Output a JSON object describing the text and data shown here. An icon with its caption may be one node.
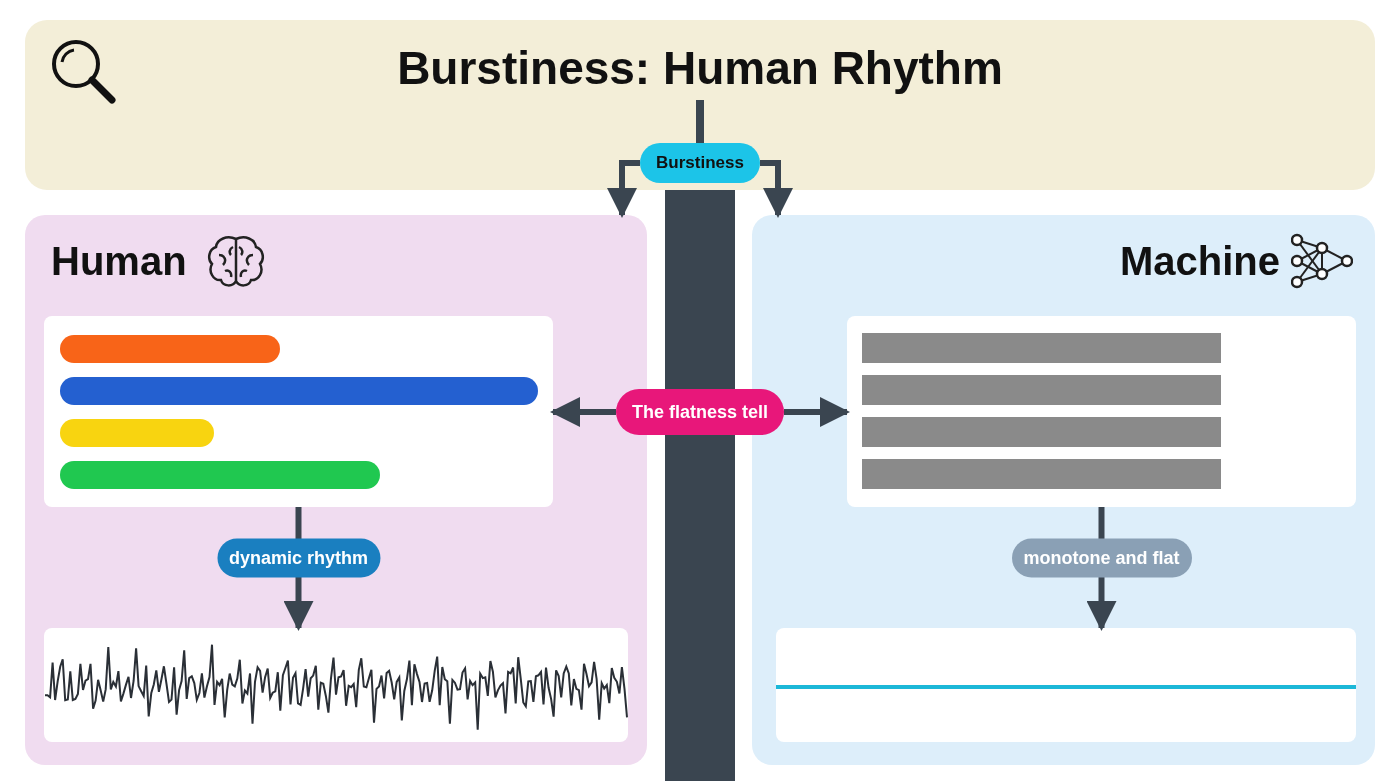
{
  "diagram": {
    "title": "Burstiness: Human Rhythm",
    "nodes": [
      {
        "text": [
          "Burstiness"
        ]
      },
      {
        "text": [
          "Human"
        ]
      },
      {
        "text": [],
        "shape": "box",
        "in": 1
      },
      {
        "text": [],
        "shape": "box",
        "in": 1
      },
      {
        "text": [
          "Machine"
        ]
      },
      {
        "text": [],
        "shape": "box",
        "in": 4
      },
      {
        "text": [],
        "shape": "box",
        "in": 4
      },
      {
        "text": [
          "The flatness tell"
        ]
      },
      {
        "text": [],
        "shape": "bar"
      }
    ],
    "edges": [
      {
        "from": 0,
        "to": 1,
        "arrow": "to"
      },
      {
        "from": 0,
        "to": 4,
        "arrow": "to"
      },
      {
        "from": 7,
        "to": 2,
        "arrow": "to"
      },
      {
        "from": 7,
        "to": 5,
        "arrow": "to"
      },
      {
        "from": 2,
        "to": 3,
        "arrow": "to",
        "label": "dynamic rhythm"
      },
      {
        "from": 5,
        "to": 6,
        "arrow": "to",
        "label": "monotone and flat"
      }
    ]
  }
}
